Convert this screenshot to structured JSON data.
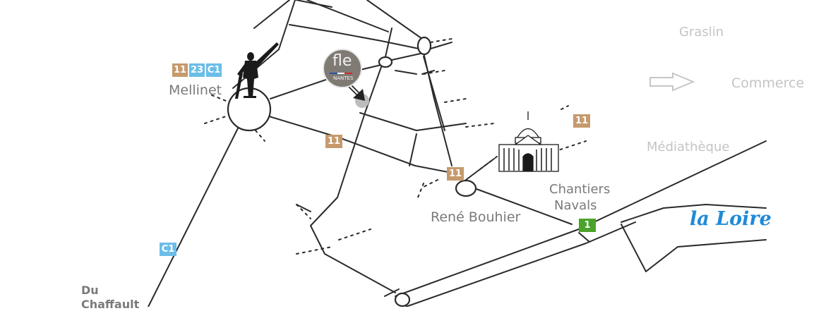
{
  "places": {
    "graslin": "Graslin",
    "commerce": "Commerce",
    "mediatheque": "Médiathèque",
    "mellinet": "Mellinet",
    "rene_bouhier": "René Bouhier",
    "chantiers_navals_line1": "Chantiers",
    "chantiers_navals_line2": "Navals",
    "du_chaffault_line1": "Du",
    "du_chaffault_line2": "Chaffault"
  },
  "river": {
    "name": "la Loire",
    "color": "#1f8ad8"
  },
  "transit_badges": {
    "mellinet": [
      "11",
      "23",
      "C1"
    ],
    "rue_11_a": "11",
    "rue_11_b": "11",
    "rue_11_c": "11",
    "c1_west": "C1",
    "tram_1": "1"
  },
  "logo": {
    "text_main": "fle",
    "text_sub": "NANTES"
  },
  "colors": {
    "bus_11": "#c69a6d",
    "bus_c1": "#6bbde8",
    "tram_1": "#4aa32a",
    "road": "#2a2a2a",
    "label_gray": "#7a7a7a"
  }
}
